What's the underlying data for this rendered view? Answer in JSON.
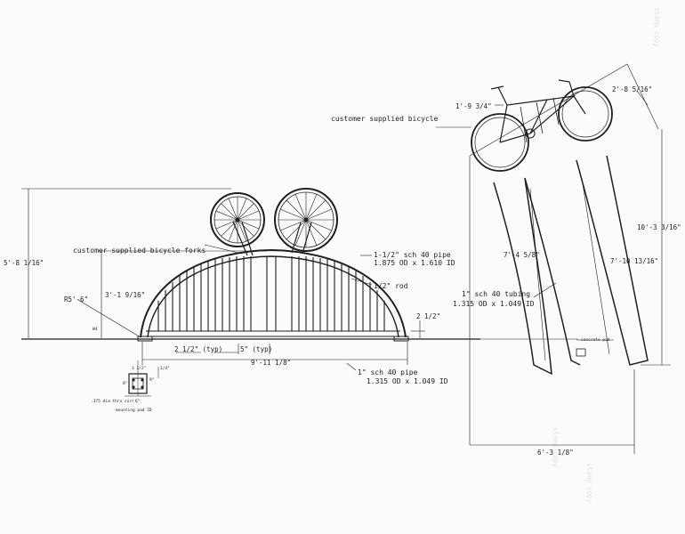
{
  "drawing": {
    "labels": {
      "forks": "customer supplied bicycle forks",
      "pipe_top_1": "1-1/2\" sch 40 pipe",
      "pipe_top_2": "1.875 OD x 1.610 ID",
      "rod": "1/2\" rod",
      "pipe_bottom_1": "1\" sch 40 pipe",
      "pipe_bottom_2": "1.315 OD x 1.049 ID",
      "bicycle": "customer supplied bicycle",
      "tubing_1": "1\" sch 40 tubing",
      "tubing_2": "1.315 OD x 1.049 ID",
      "pad": "concrete pad",
      "pad_note": "mounting pad ID",
      "hole_note": ".375 dia thru corr",
      "wall_tag": "W4",
      "stamp_1": "stamp copy",
      "stamp_2": "stamp copy",
      "stamp_3": "stamp copy"
    },
    "dimensions": {
      "height_total": "5'-8 1/16\"",
      "arch_radius": "R5'-6\"",
      "arch_rise": "3'-1 9/16\"",
      "end_height": "2 1/2\"",
      "spacing_a": "2 1/2\" (typ)",
      "spacing_b": "5\" (typ)",
      "base_length": "9'-11 1/8\"",
      "bike_top": "1'-9 3/4\"",
      "bike_width": "2'-8 5/16\"",
      "tall_total": "10'-3 3/16\"",
      "leg_left": "7'-4 5/8\"",
      "leg_right": "7'-10 13/16\"",
      "base_width": "6'-3 1/8\"",
      "pad_dims": [
        "3 1/2\"",
        "1/4\"",
        "9\"",
        "8\"",
        "6\""
      ]
    }
  }
}
